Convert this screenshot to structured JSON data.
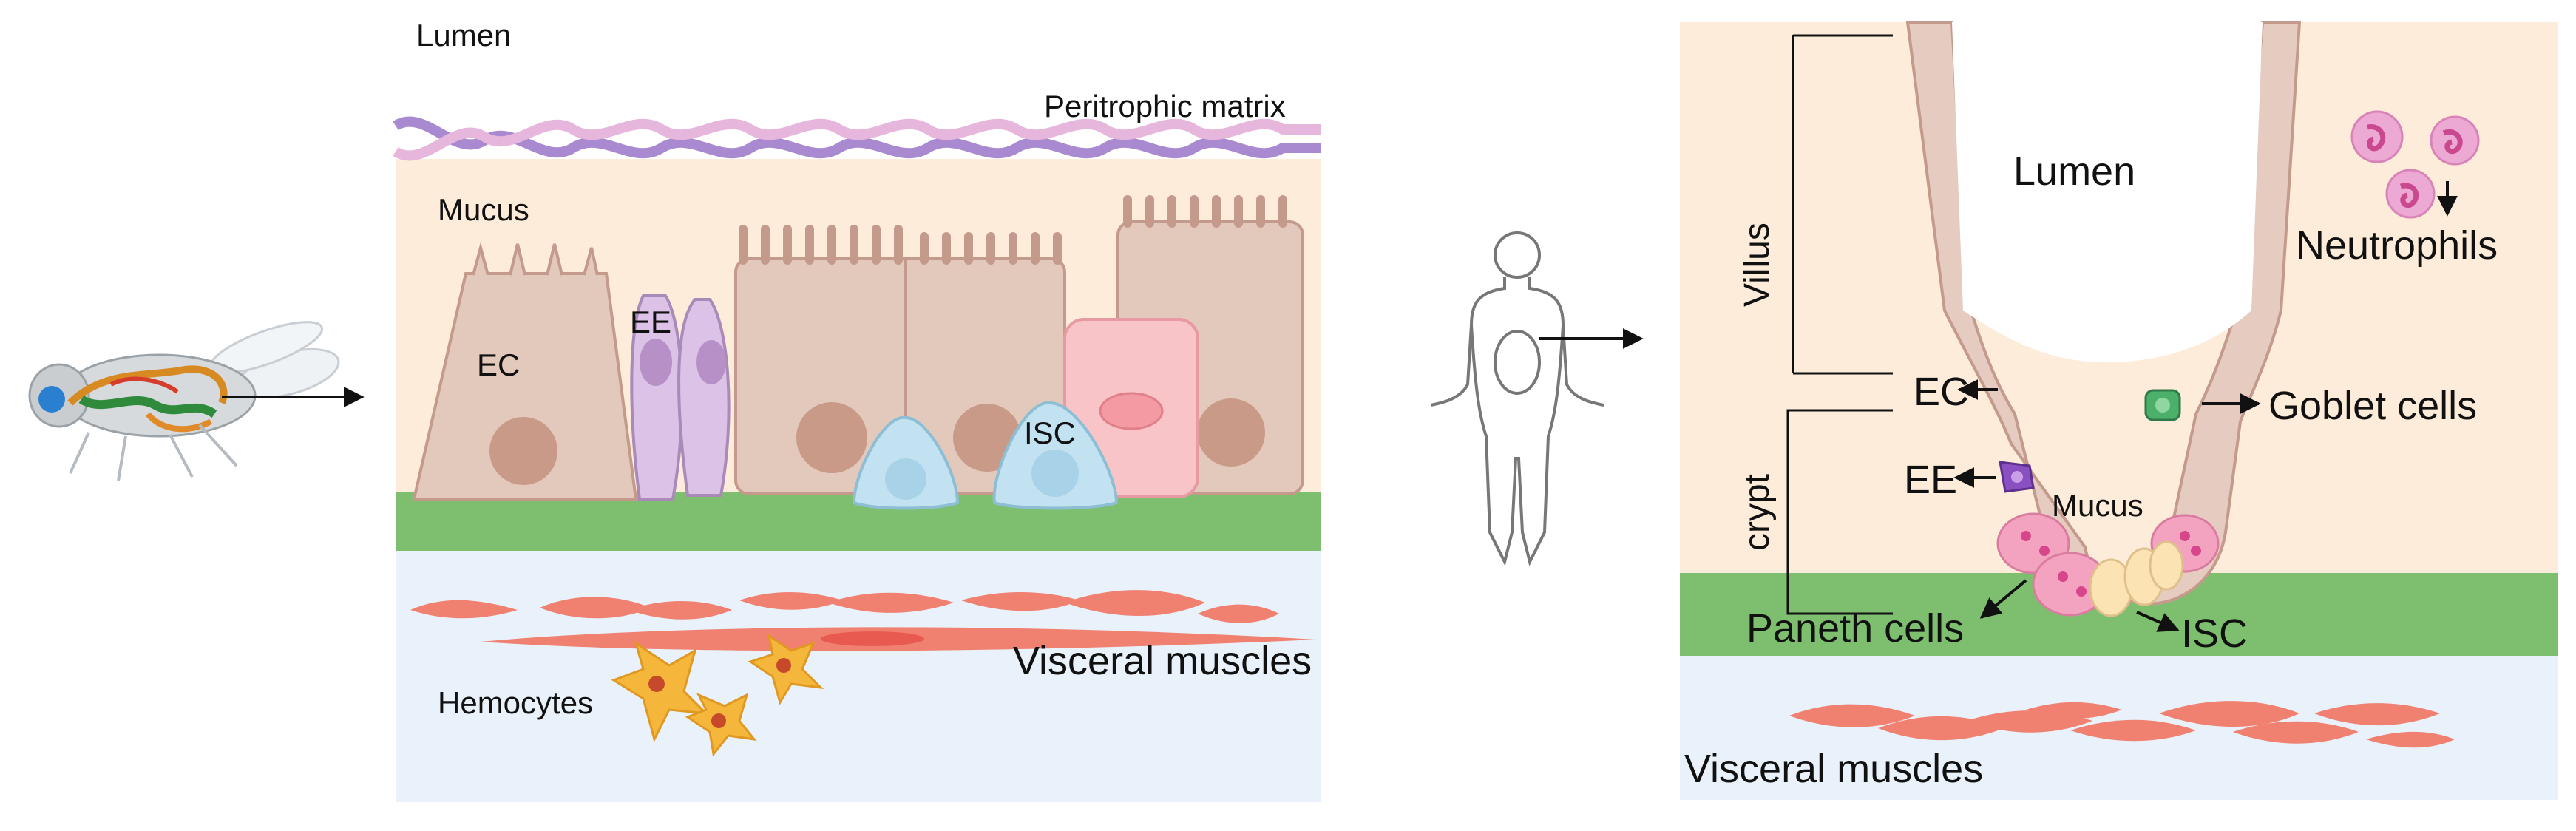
{
  "fly_panel": {
    "lumen": "Lumen",
    "peritrophic_matrix": "Peritrophic matrix",
    "mucus": "Mucus",
    "ec": "EC",
    "ee": "EE",
    "isc": "ISC",
    "hemocytes": "Hemocytes",
    "visceral_muscles": "Visceral muscles"
  },
  "human_panel": {
    "villus": "Villus",
    "crypt": "crypt",
    "lumen": "Lumen",
    "neutrophils": "Neutrophils",
    "ec": "EC",
    "ee": "EE",
    "goblet_cells": "Goblet cells",
    "mucus": "Mucus",
    "paneth_cells": "Paneth cells",
    "isc": "ISC",
    "visceral_muscles": "Visceral muscles"
  },
  "colors": {
    "lumen_bg": "#ffffff",
    "mucus_bg": "#fdecd9",
    "basement_membrane": "#7dbf6e",
    "hemolymph": "#e9f1fa",
    "epithelial_cell": "#e3c8bc",
    "cell_outline": "#c49a8c",
    "nucleus": "#c99a88",
    "ee_cell": "#dcc2e6",
    "isc_cell": "#c2e2f2",
    "pink_cell": "#f9c4c8",
    "muscle": "#f08070",
    "hemocyte": "#f4b73c",
    "neutrophil": "#eca9d3",
    "paneth": "#f3a3c0",
    "goblet": "#4caf6a",
    "ee_human": "#8a4fc0"
  }
}
